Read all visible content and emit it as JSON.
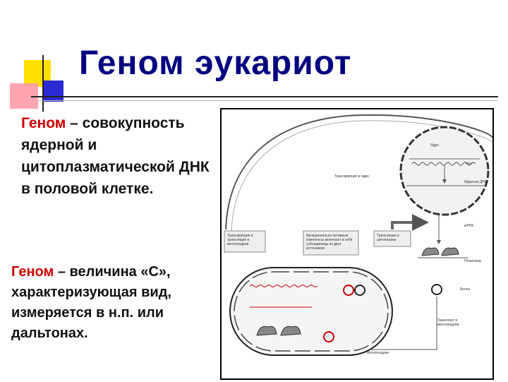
{
  "slide": {
    "title": "Геном эукариот",
    "definition_term": "Геном",
    "definition_text": " – совокупность ядерной и цитоплазматической ДНК в половой клетке.",
    "second_term": "Геном",
    "second_text": " – величина «С», характеризующая вид, измеряется в н.п. или дальтонах."
  },
  "diagram": {
    "labels": {
      "nucleus": "Ядро",
      "transcription_nucleus": "Транскрипция в ядре",
      "gene": "Ген",
      "nuclear_dna": "Ядерная ДНК",
      "mrna": "мРНК",
      "transcription_mito": "Транскрипция и трансляция в митохондрии",
      "functional_complexes": "Функционально активные комплексы включают в себя субъединицы из двух источников",
      "translation_cytoplasm": "Трансляция в цитоплазме",
      "polysome": "Полисомы",
      "protein": "Белок",
      "transport": "Транспорт в митохондрии",
      "mitochondrion": "Митохондрия"
    }
  },
  "colors": {
    "title": "#000080",
    "term": "#cc0000",
    "text": "#111111"
  }
}
